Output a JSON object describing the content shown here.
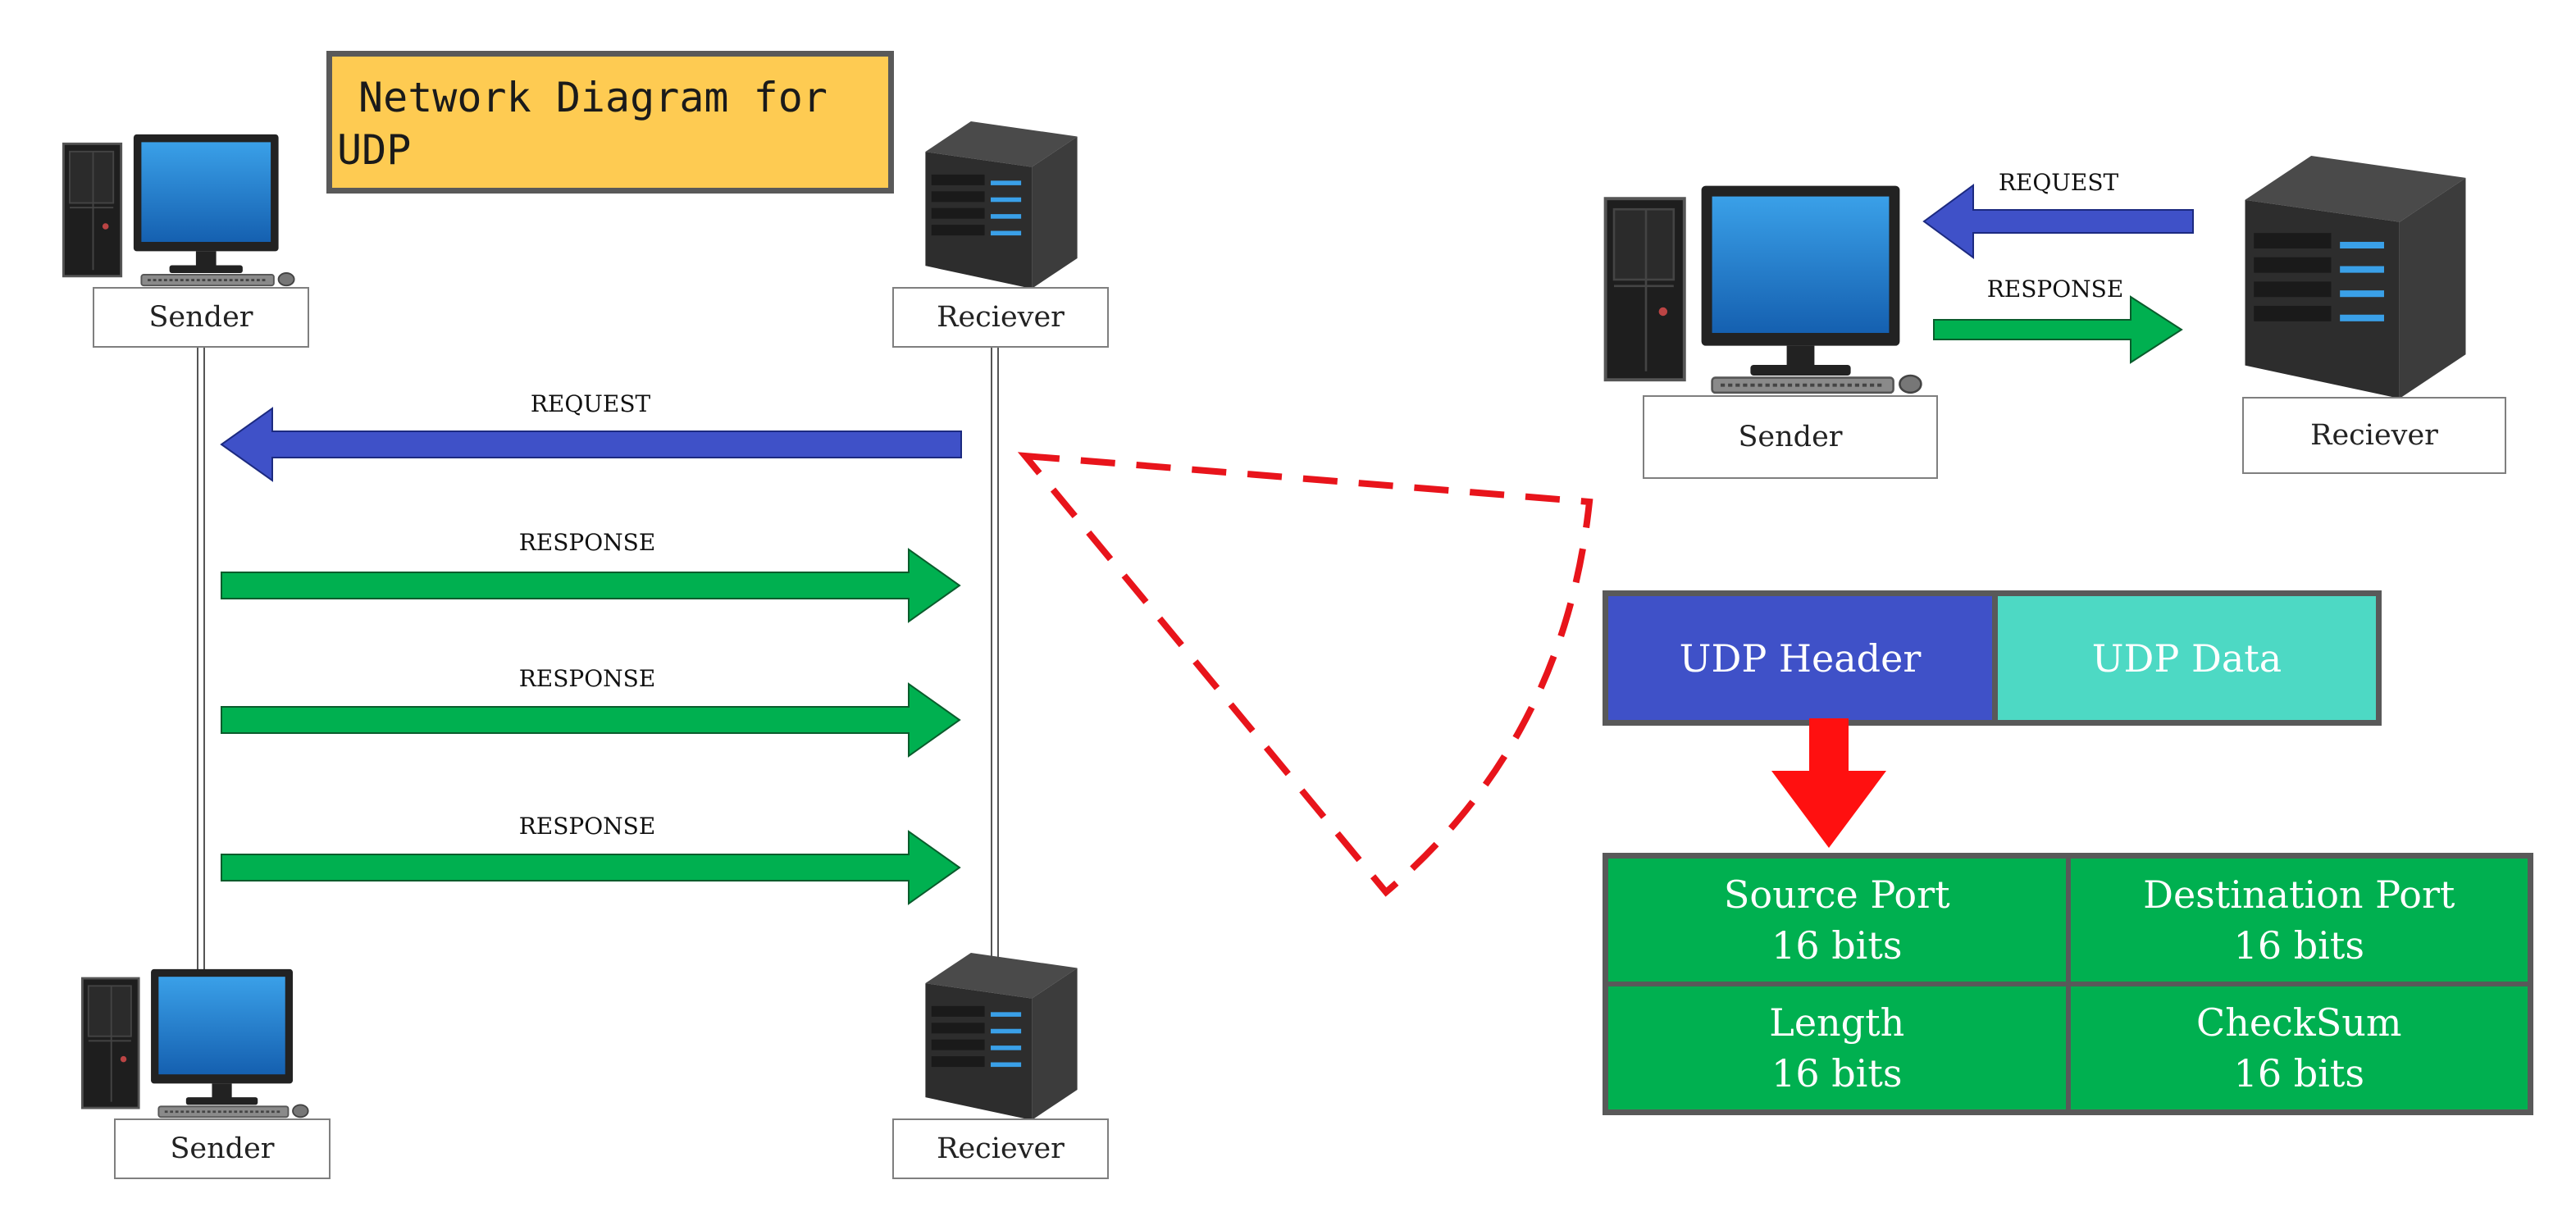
{
  "title": {
    "line1": "Network Diagram for",
    "line2": "UDP"
  },
  "sequence": {
    "sender_top": "Sender",
    "receiver_top": "Reciever",
    "sender_bottom": "Sender",
    "receiver_bottom": "Reciever",
    "messages": [
      {
        "label": "REQUEST",
        "direction": "left"
      },
      {
        "label": "RESPONSE",
        "direction": "right"
      },
      {
        "label": "RESPONSE",
        "direction": "right"
      },
      {
        "label": "RESPONSE",
        "direction": "right"
      }
    ]
  },
  "exchange": {
    "sender": "Sender",
    "receiver": "Reciever",
    "request": "REQUEST",
    "response": "RESPONSE"
  },
  "packet": {
    "header": "UDP Header",
    "data": "UDP Data"
  },
  "header_fields": [
    {
      "name": "Source Port",
      "size": "16 bits"
    },
    {
      "name": "Destination Port",
      "size": "16 bits"
    },
    {
      "name": "Length",
      "size": "16 bits"
    },
    {
      "name": "CheckSum",
      "size": "16 bits"
    }
  ],
  "colors": {
    "title_bg": "#fecb52",
    "request_arrow": "#3f51c8",
    "response_arrow": "#00b050",
    "callout_dash": "#e8141b",
    "udp_header": "#3f51c8",
    "udp_data": "#4dd9c4",
    "header_field": "#00b050",
    "down_arrow": "#ff1010"
  },
  "icons": {
    "computer": "desktop-computer-icon",
    "server": "server-tower-icon"
  }
}
